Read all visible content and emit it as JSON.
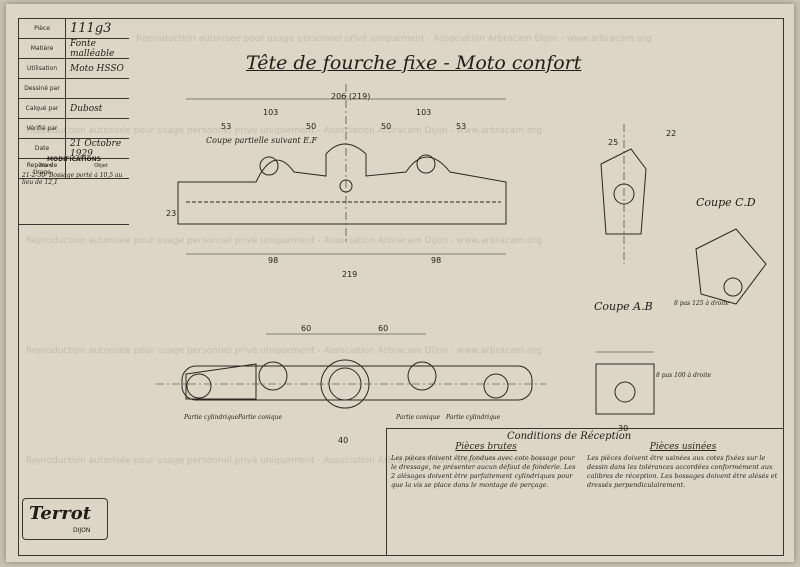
{
  "watermark": "Reproduction autorisée pour usage personnel privé uniquement - Association Arbracam Dijon - www.arbracam.org",
  "cartouche": {
    "piece_label": "Pièce",
    "piece_value": "111g3",
    "matiere_label": "Matière",
    "matiere_value": "Fonte malléable",
    "utilisation_label": "Utilisation",
    "utilisation_value": "Moto HSSO",
    "dessine_label": "Dessiné par",
    "calque_label": "Calqué par",
    "calque_value": "Dubost",
    "verifie_label": "Vérifié par",
    "date_label": "Date",
    "date_value": "21 Octobre 1929",
    "repere_label": "Repère de tirage"
  },
  "modifications": {
    "title": "MODIFICATIONS",
    "col_num": "Num",
    "col_obj": "Objet",
    "entry_date": "21-2-30",
    "entry_text": "Bossage porté à 10,5 au lieu de 12,1"
  },
  "title": "Tête de fourche fixe - Moto confort",
  "views": {
    "coupe_ef": "Coupe partielle suivant E.F",
    "coupe_cd": "Coupe C.D",
    "coupe_ab": "Coupe A.B",
    "cyl_left": "Partie cylindrique",
    "conic_left": "Partie conique",
    "conic_right": "Partie conique",
    "cyl_right": "Partie cylindrique",
    "pas_droite": "8 pas 125 à droite",
    "pas_droite2": "8 pas 100 à droite"
  },
  "dims": {
    "overall": "206 (219)",
    "d103a": "103",
    "d103b": "103",
    "d53": "53",
    "d50a": "50",
    "d50b": "50",
    "d53b": "53",
    "d219": "219",
    "d98a": "98",
    "d98b": "98",
    "d30": "30",
    "d23": "23",
    "d60a": "60",
    "d60b": "60",
    "d40": "40",
    "d22": "22",
    "d25": "25"
  },
  "conditions": {
    "title": "Conditions de Réception",
    "brutes_title": "Pièces brutes",
    "brutes_text": "Les pièces doivent être fondues avec cote bossage pour le dressage, ne présenter aucun défaut de fonderie. Les 2 alésages doivent être parfaitement cylindriques pour que la vis se place dans le montage de perçage.",
    "usinees_title": "Pièces usinées",
    "usinees_text": "Les pièces doivent être usinées aux cotes fixées sur le dessin dans les tolérances accordées conformément aux calibres de réception. Les bossages doivent être alésés et dressés perpendiculairement."
  },
  "logo": {
    "name": "Terrot",
    "city": "DIJON"
  }
}
